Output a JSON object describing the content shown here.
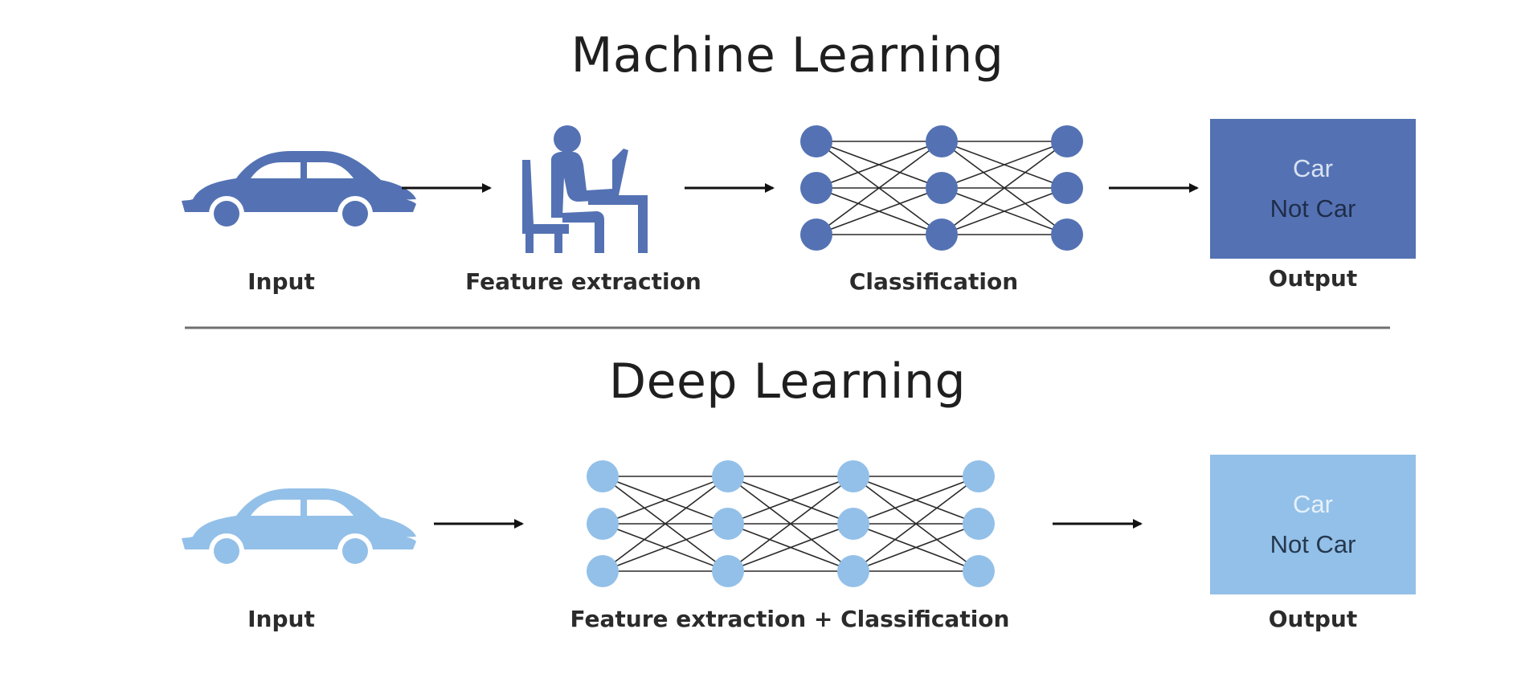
{
  "colors": {
    "ml_blue": "#5472b3",
    "dl_blue": "#93c0e8",
    "line": "#2a2a2a",
    "divider": "#707070",
    "ml_car_text": "#d8e2f4",
    "ml_notcar_text": "#1f2d4a",
    "dl_car_text": "#e6f1fb",
    "dl_notcar_text": "#25384f"
  },
  "machine_learning": {
    "title": "Machine Learning",
    "input_label": "Input",
    "feature_label": "Feature extraction",
    "classification_label": "Classification",
    "output_label": "Output",
    "output_options": [
      "Car",
      "Not Car"
    ],
    "input_icon": "car-icon",
    "feature_icon": "person-at-computer-icon",
    "classifier_icon": "neural-network-icon",
    "network_layers": [
      3,
      3,
      3
    ]
  },
  "deep_learning": {
    "title": "Deep Learning",
    "input_label": "Input",
    "combined_label": "Feature extraction + Classification",
    "output_label": "Output",
    "output_options": [
      "Car",
      "Not Car"
    ],
    "input_icon": "car-icon",
    "network_icon": "neural-network-icon",
    "network_layers": [
      3,
      3,
      3,
      3
    ]
  }
}
